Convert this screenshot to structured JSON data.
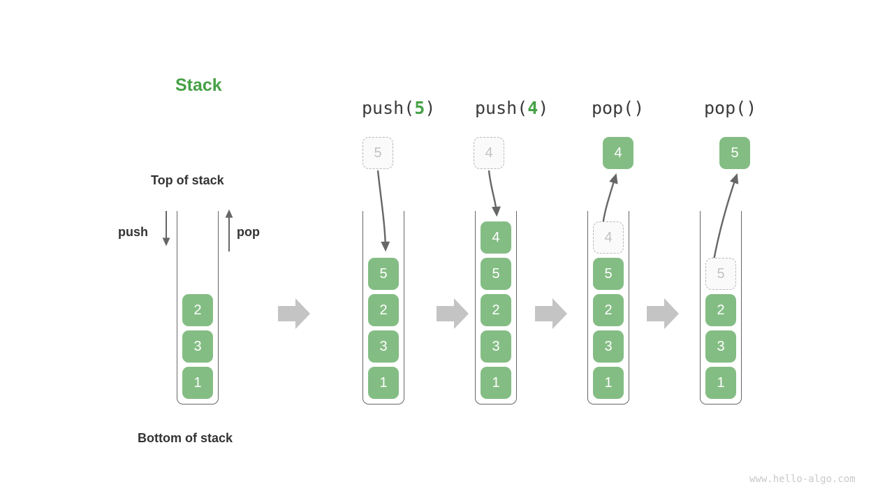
{
  "title": "Stack",
  "labels": {
    "top_of_stack": "Top of stack",
    "bottom_of_stack": "Bottom of stack",
    "push": "push",
    "pop": "pop"
  },
  "watermark": "www.hello-algo.com",
  "colors": {
    "cell_fill": "#84bd84",
    "cell_text": "#ffffff",
    "ghost_fill": "#fafafa",
    "ghost_border": "#b8b8b8",
    "ghost_text": "#c2c2c2",
    "title_green": "#46a146",
    "arrow_gray": "#666666",
    "step_arrow_gray": "#c4c4c4",
    "container_stroke": "#666666",
    "label_text": "#333333",
    "watermark_text": "#c9c9c9"
  },
  "panels": [
    {
      "id": "initial",
      "op_prefix": "",
      "op_arg": "",
      "op_suffix": "",
      "cells": [
        "2",
        "3",
        "1"
      ],
      "floating": null
    },
    {
      "id": "push-5",
      "op_prefix": "push(",
      "op_arg": "5",
      "op_suffix": ")",
      "cells": [
        "5",
        "2",
        "3",
        "1"
      ],
      "floating": {
        "value": "5",
        "kind": "ghost",
        "position": "above"
      }
    },
    {
      "id": "push-4",
      "op_prefix": "push(",
      "op_arg": "4",
      "op_suffix": ")",
      "cells": [
        "4",
        "5",
        "2",
        "3",
        "1"
      ],
      "floating": {
        "value": "4",
        "kind": "ghost",
        "position": "above"
      }
    },
    {
      "id": "pop-1",
      "op_prefix": "pop(",
      "op_arg": "",
      "op_suffix": ")",
      "cells": [
        "5",
        "2",
        "3",
        "1"
      ],
      "ghost_top": "4",
      "floating": {
        "value": "4",
        "kind": "solid",
        "position": "above"
      }
    },
    {
      "id": "pop-2",
      "op_prefix": "pop(",
      "op_arg": "",
      "op_suffix": ")",
      "cells": [
        "2",
        "3",
        "1"
      ],
      "ghost_top": "5",
      "floating": {
        "value": "5",
        "kind": "solid",
        "position": "above"
      }
    }
  ],
  "step_arrows": 4
}
